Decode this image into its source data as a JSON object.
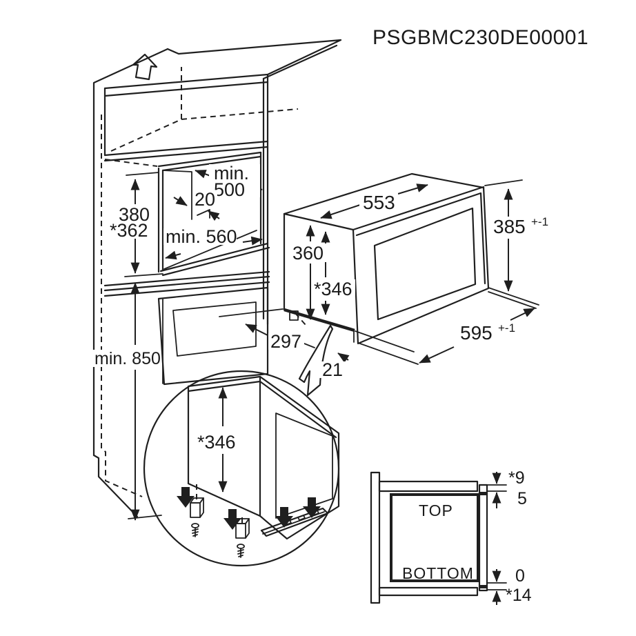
{
  "page": {
    "background": "#ffffff",
    "line_color": "#1f1f1f"
  },
  "header": {
    "doc_code": "PSGBMC230DE00001"
  },
  "cabinet": {
    "niche_width_min_line1": "min.",
    "niche_width_min_line2": "500",
    "rear_clearance": "20",
    "niche_depth_min": "min. 560",
    "niche_height": "380",
    "niche_height_alt": "*362",
    "floor_height_min": "min. 850"
  },
  "microwave": {
    "body_width": "553",
    "body_height": "360",
    "body_height_alt": "*346",
    "front_height": "385",
    "front_height_tol": "+-1",
    "front_width": "595",
    "front_width_tol": "+-1",
    "body_depth": "297",
    "frame_gap": "21"
  },
  "detail_circle": {
    "install_height": "*346"
  },
  "side_view": {
    "top_label": "TOP",
    "bottom_label": "BOTTOM",
    "top_overlap": "*9",
    "top_clearance": "5",
    "bottom_clearance": "0",
    "bottom_overlap": "*14"
  }
}
